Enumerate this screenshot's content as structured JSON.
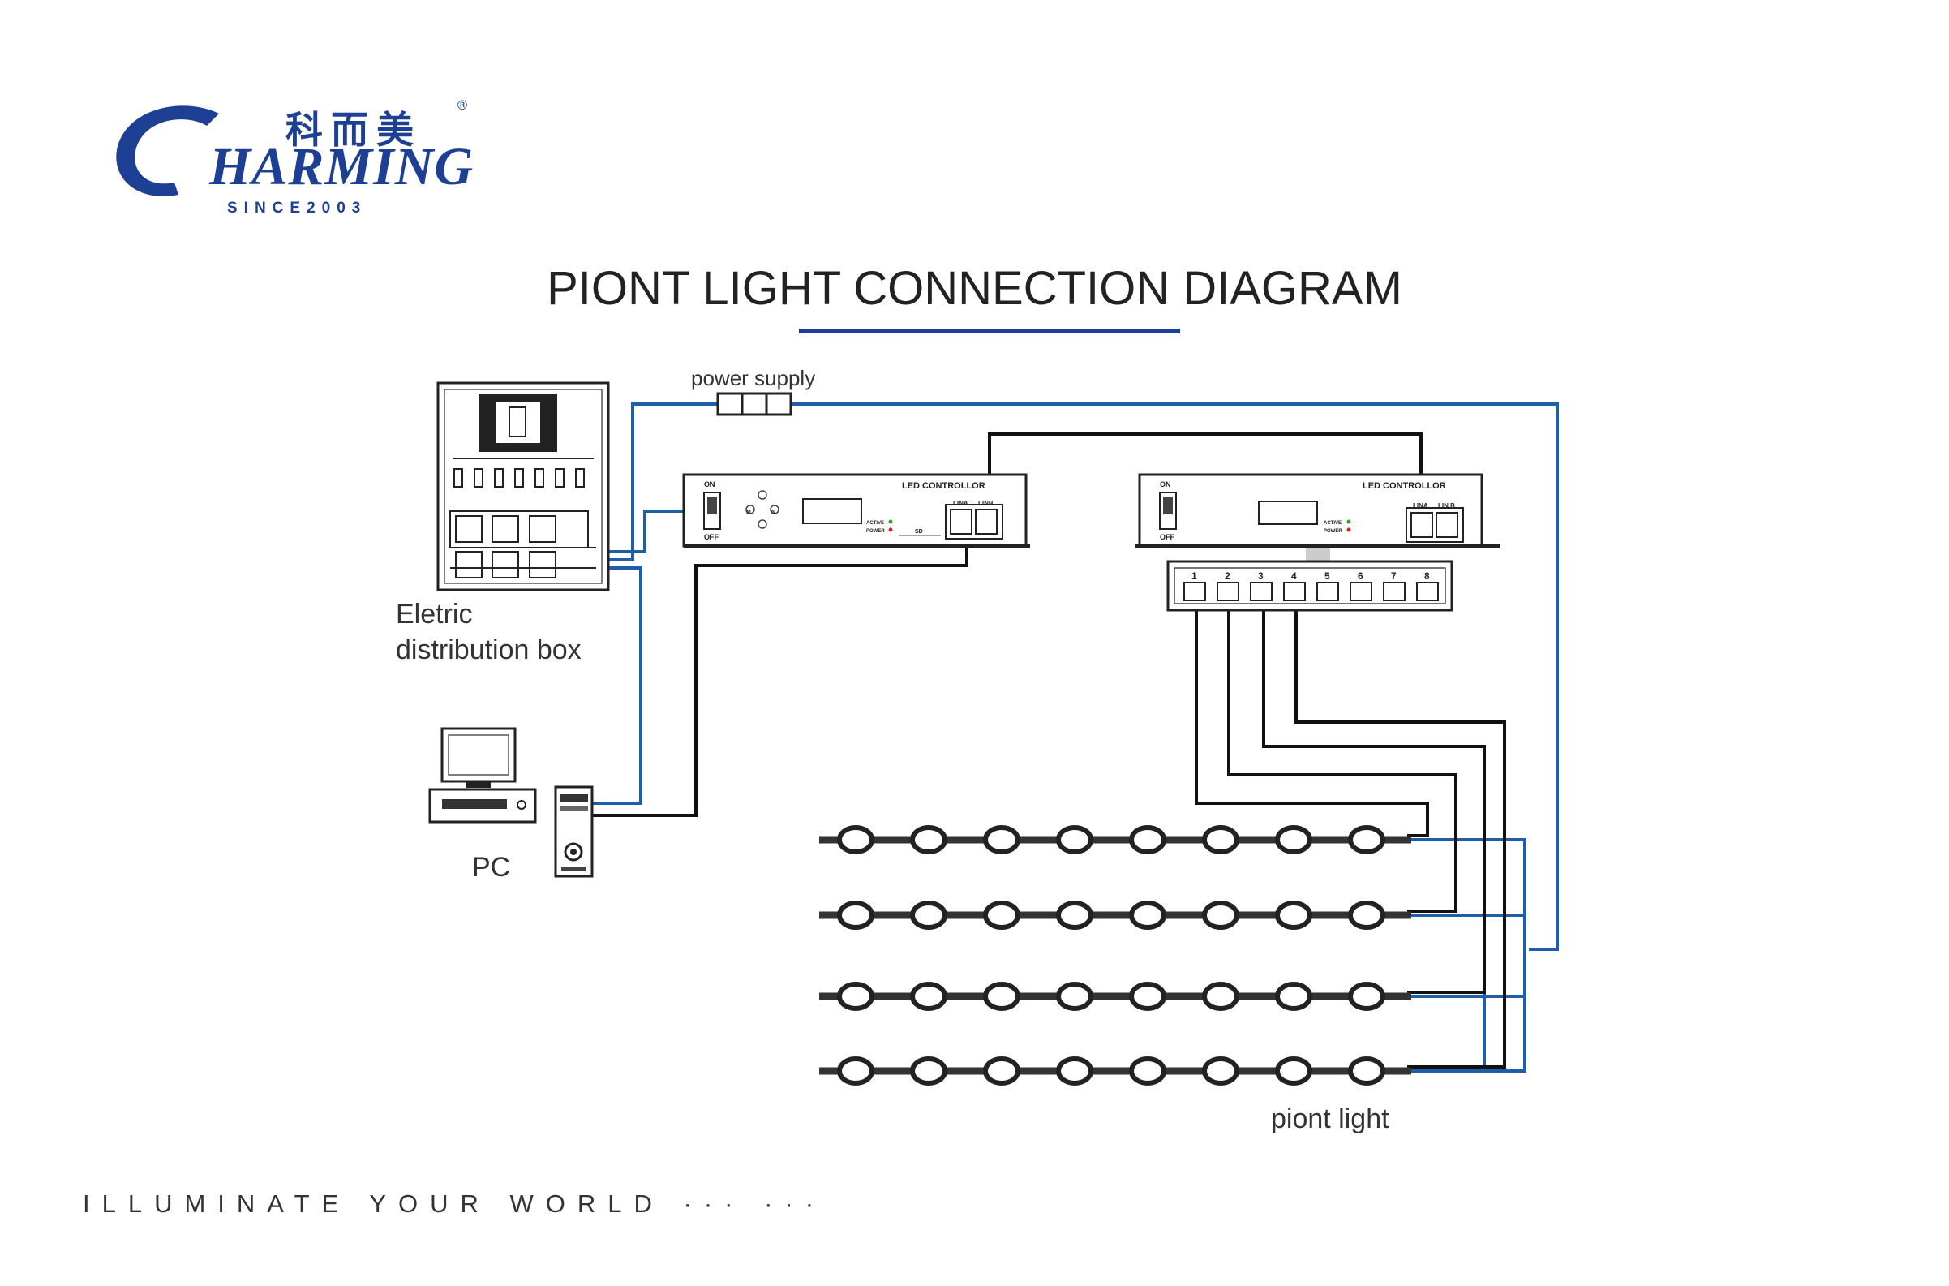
{
  "brand": {
    "chinese": "科而美",
    "registered": "®",
    "wordmark": "CHARMING",
    "since": "SINCE2003",
    "color": "#1d3f94"
  },
  "title": "PIONT LIGHT CONNECTION DIAGRAM",
  "labels": {
    "power_supply": "power supply",
    "distribution_box_line1": "Eletric",
    "distribution_box_line2": "distribution box",
    "pc": "PC",
    "point_light": "piont light"
  },
  "controller_left": {
    "name": "LED CONTROLLOR",
    "switch_on": "ON",
    "switch_off": "OFF",
    "port_a": "LINA",
    "port_b": "LINB",
    "led_active": "ACTIVE",
    "led_power": "POWER",
    "sd": "SD",
    "btn_left": "M",
    "btn_right": "N"
  },
  "controller_right": {
    "name": "LED CONTROLLOR",
    "switch_on": "ON",
    "switch_off": "OFF",
    "port_a": "LINA",
    "port_b": "LIN B",
    "led_active": "ACTIVE",
    "led_power": "POWER"
  },
  "splitter_ports": [
    "1",
    "2",
    "3",
    "4",
    "5",
    "6",
    "7",
    "8"
  ],
  "tagline": "ILLUMINATE YOUR WORLD  ··· ···",
  "colors": {
    "power_line": "#1f5ea8",
    "signal_line": "#111111",
    "accent": "#1d3f94"
  },
  "icons": [
    "power-supply-icon",
    "distribution-box-icon",
    "monitor-icon",
    "keyboard-icon",
    "pc-tower-icon",
    "point-light-icon",
    "splitter-icon"
  ]
}
